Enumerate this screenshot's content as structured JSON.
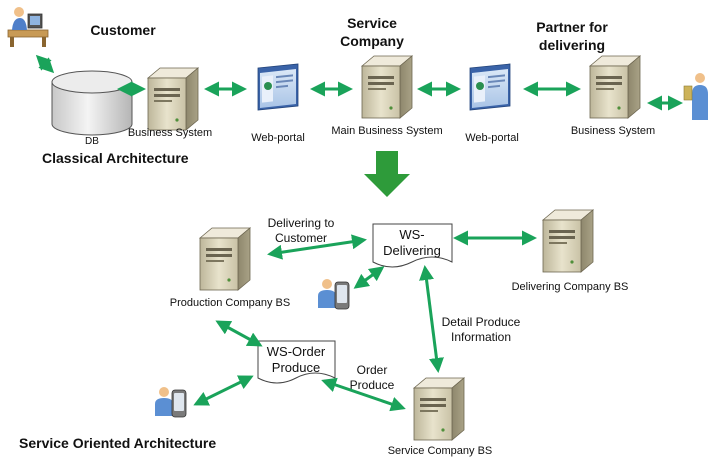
{
  "classical": {
    "headings": {
      "customer": "Customer",
      "service_company_1": "Service",
      "service_company_2": "Company",
      "partner_1": "Partner for",
      "partner_2": "delivering"
    },
    "labels": {
      "db": "DB",
      "business_system_left": "Business System",
      "web_portal_left": "Web-portal",
      "main_business_system": "Main Business System",
      "web_portal_right": "Web-portal",
      "business_system_right": "Business System"
    },
    "title": "Classical Architecture"
  },
  "soa": {
    "labels": {
      "production_company": "Production Company BS",
      "delivering_company": "Delivering Company BS",
      "service_company": "Service Company BS"
    },
    "documents": {
      "ws_delivering_1": "WS-",
      "ws_delivering_2": "Delivering",
      "ws_order_1": "WS-Order",
      "ws_order_2": "Produce"
    },
    "edge_labels": {
      "delivering_to_1": "Delivering to",
      "delivering_to_2": "Customer",
      "detail_1": "Detail Produce",
      "detail_2": "Information",
      "order_1": "Order",
      "order_2": "Produce"
    },
    "title": "Service Oriented Architecture"
  },
  "colors": {
    "arrow": "#1aa35a",
    "big_arrow": "#2e9b3a",
    "server_body": "#d8d2b6",
    "doc_fill": "#ffffff"
  }
}
